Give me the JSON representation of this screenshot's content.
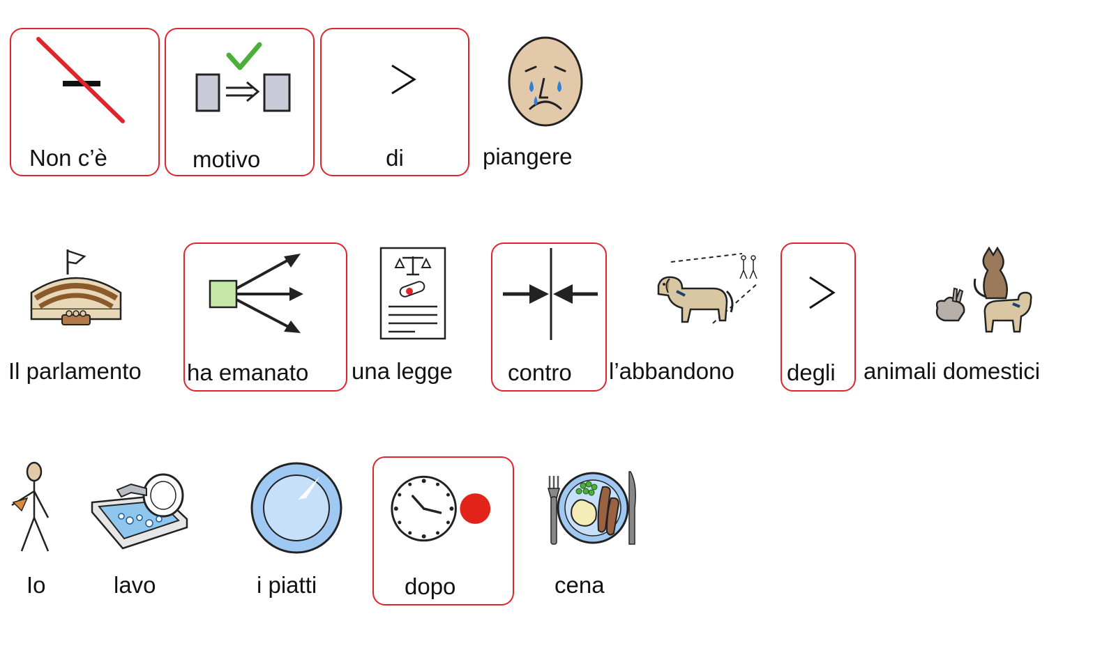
{
  "colors": {
    "highlight_border": "#e0242b",
    "check_green": "#4caf3a",
    "arrow_square": "#c5e8a8",
    "plate_blue": "#9fc8f2",
    "face_skin": "#e2c9aa",
    "dog_tan": "#d9c7a3",
    "red_dot": "#e2231a"
  },
  "rows": [
    {
      "words": [
        {
          "text": "Non c’è",
          "icon": "crossed-out-minus-icon",
          "highlighted": true
        },
        {
          "text": "motivo",
          "icon": "reason-arrow-icon",
          "highlighted": true
        },
        {
          "text": "di",
          "icon": "greater-than-icon",
          "highlighted": true
        },
        {
          "text": "piangere",
          "icon": "crying-face-icon",
          "highlighted": false
        }
      ]
    },
    {
      "words": [
        {
          "text": "Il parlamento",
          "icon": "parliament-icon",
          "highlighted": false
        },
        {
          "text": "ha emanato",
          "icon": "issue-arrows-icon",
          "highlighted": true
        },
        {
          "text": "una legge",
          "icon": "law-document-icon",
          "highlighted": false
        },
        {
          "text": "contro",
          "icon": "against-arrows-icon",
          "highlighted": true
        },
        {
          "text": "l’abbandono",
          "icon": "abandoned-dog-icon",
          "highlighted": false
        },
        {
          "text": "degli",
          "icon": "greater-than-icon",
          "highlighted": true
        },
        {
          "text": "animali domestici",
          "icon": "pets-icon",
          "highlighted": false
        }
      ]
    },
    {
      "words": [
        {
          "text": "Io",
          "icon": "person-icon",
          "highlighted": false
        },
        {
          "text": "lavo",
          "icon": "washing-dishes-icon",
          "highlighted": false
        },
        {
          "text": "i piatti",
          "icon": "plate-icon",
          "highlighted": false
        },
        {
          "text": "dopo",
          "icon": "clock-after-icon",
          "highlighted": true
        },
        {
          "text": "cena",
          "icon": "dinner-plate-icon",
          "highlighted": false
        }
      ]
    }
  ]
}
